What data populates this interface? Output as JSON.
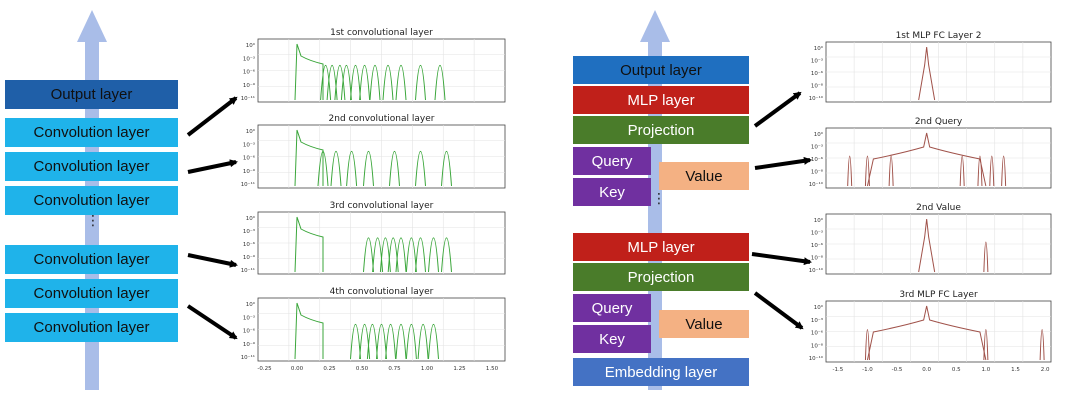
{
  "left": {
    "blocks": [
      {
        "label": "Output layer",
        "color": "#1f5fa8",
        "text_color": "#101010"
      },
      {
        "label": "Convolution layer",
        "color": "#1fb3ea"
      },
      {
        "label": "Convolution layer",
        "color": "#1fb3ea"
      },
      {
        "label": "Convolution layer",
        "color": "#1fb3ea"
      },
      {
        "label": "Convolution layer",
        "color": "#1fb3ea"
      },
      {
        "label": "Convolution layer",
        "color": "#1fb3ea"
      },
      {
        "label": "Convolution layer",
        "color": "#1fb3ea"
      }
    ],
    "ellipsis": "⋮"
  },
  "right": {
    "output": {
      "label": "Output layer",
      "color": "#1f6fc0"
    },
    "mlp1": {
      "label": "MLP layer",
      "color": "#c0201a"
    },
    "proj1": {
      "label": "Projection",
      "color": "#4a7c2a"
    },
    "query1": {
      "label": "Query",
      "color": "#7030a0"
    },
    "key1": {
      "label": "Key",
      "color": "#7030a0"
    },
    "value1": {
      "label": "Value",
      "color": "#f4b183"
    },
    "mlp2": {
      "label": "MLP layer",
      "color": "#c0201a"
    },
    "proj2": {
      "label": "Projection",
      "color": "#4a7c2a"
    },
    "query2": {
      "label": "Query",
      "color": "#7030a0"
    },
    "key2": {
      "label": "Key",
      "color": "#7030a0"
    },
    "value2": {
      "label": "Value",
      "color": "#f4b183"
    },
    "embedding": {
      "label": "Embedding layer",
      "color": "#4472c4"
    },
    "ellipsis": "⋮"
  },
  "colors": {
    "arrow_shaft": "#a9bde8",
    "conv_line": "#3aa63a",
    "transformer_line": "#a0524a",
    "grid": "#e3e3e3",
    "arrow": "#000000"
  },
  "chart_data": [
    {
      "type": "line",
      "title": "1st convolutional layer",
      "yticks": [
        "10⁰",
        "10⁻³",
        "10⁻⁶",
        "10⁻⁹",
        "10⁻¹¹"
      ],
      "xticks": [],
      "xlim": [
        -0.3,
        1.6
      ],
      "spike_x": 0.0,
      "arcs_x": [
        0.22,
        0.27,
        0.33,
        0.38,
        0.45,
        0.52,
        0.6,
        0.7,
        0.8,
        0.95,
        1.1
      ],
      "color": "#3aa63a"
    },
    {
      "type": "line",
      "title": "2nd convolutional layer",
      "yticks": [
        "10⁰",
        "10⁻³",
        "10⁻⁶",
        "10⁻⁹",
        "10⁻¹¹"
      ],
      "xticks": [],
      "xlim": [
        -0.3,
        1.6
      ],
      "spike_x": 0.0,
      "arcs_x": [
        0.2,
        0.3,
        0.42,
        0.55,
        0.75,
        0.95,
        1.15
      ],
      "color": "#3aa63a"
    },
    {
      "type": "line",
      "title": "3rd convolutional layer",
      "yticks": [
        "10⁰",
        "10⁻³",
        "10⁻⁶",
        "10⁻⁹",
        "10⁻¹¹"
      ],
      "xticks": [],
      "xlim": [
        -0.3,
        1.6
      ],
      "spike_x": 0.0,
      "arcs_x": [
        0.55,
        0.62,
        0.68,
        0.74,
        0.8,
        0.88,
        0.95,
        1.05,
        1.15
      ],
      "color": "#3aa63a"
    },
    {
      "type": "line",
      "title": "4th convolutional layer",
      "yticks": [
        "10⁰",
        "10⁻³",
        "10⁻⁶",
        "10⁻⁹",
        "10⁻¹¹"
      ],
      "xticks": [
        "-0.25",
        "0.00",
        "0.25",
        "0.50",
        "0.75",
        "1.00",
        "1.25",
        "1.50"
      ],
      "xlim": [
        -0.3,
        1.6
      ],
      "spike_x": 0.0,
      "arcs_x": [
        0.45,
        0.52,
        0.58,
        0.65,
        0.72,
        0.8,
        0.88,
        0.97,
        1.05
      ],
      "color": "#3aa63a"
    },
    {
      "type": "line",
      "title": "1st MLP FC Layer 2",
      "yticks": [
        "10⁰",
        "10⁻³",
        "10⁻⁶",
        "10⁻⁸",
        "10⁻¹⁰"
      ],
      "xticks": [],
      "xlim": [
        -1.7,
        2.1
      ],
      "spike_x": 0.0,
      "arcs_x": [],
      "color": "#a0524a"
    },
    {
      "type": "line",
      "title": "2nd Query",
      "yticks": [
        "10⁰",
        "10⁻³",
        "10⁻⁶",
        "10⁻⁸",
        "10⁻¹⁰"
      ],
      "xticks": [],
      "xlim": [
        -1.7,
        2.1
      ],
      "spike_x": 0.0,
      "arcs_x": [
        -1.3,
        -1.0,
        -0.6,
        0.6,
        0.9,
        1.1,
        1.3
      ],
      "color": "#a0524a"
    },
    {
      "type": "line",
      "title": "2nd Value",
      "yticks": [
        "10⁰",
        "10⁻³",
        "10⁻⁶",
        "10⁻⁸",
        "10⁻¹⁰"
      ],
      "xticks": [],
      "xlim": [
        -1.7,
        2.1
      ],
      "spike_x": 0.0,
      "arcs_x": [
        1.0
      ],
      "color": "#a0524a"
    },
    {
      "type": "line",
      "title": "3rd MLP FC Layer",
      "yticks": [
        "10⁰",
        "10⁻³",
        "10⁻⁶",
        "10⁻⁸",
        "10⁻¹⁰"
      ],
      "xticks": [
        "-1.5",
        "-1.0",
        "-0.5",
        "0.0",
        "0.5",
        "1.0",
        "1.5",
        "2.0"
      ],
      "xlim": [
        -1.7,
        2.1
      ],
      "spike_x": 0.0,
      "arcs_x": [
        -1.0,
        1.0,
        1.95
      ],
      "color": "#a0524a"
    }
  ]
}
